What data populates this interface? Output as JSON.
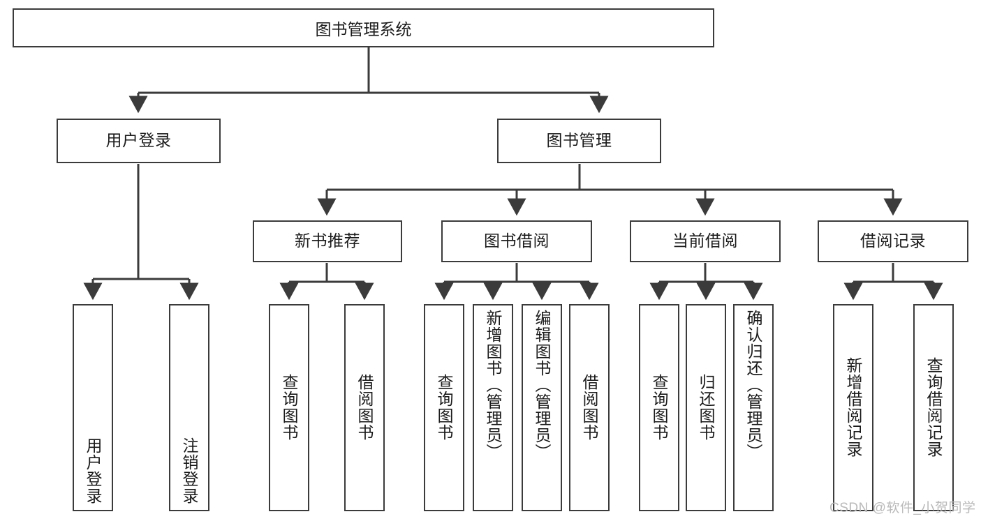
{
  "diagram": {
    "title": "图书管理系统",
    "type": "hierarchy-tree",
    "watermark": "CSDN @软件_小贺同学",
    "colors": {
      "stroke": "#3b3b3b",
      "fill": "#ffffff",
      "text": "#1a1a1a",
      "watermark": "#b9b9b9"
    },
    "root": {
      "label": "图书管理系统"
    },
    "level2": [
      {
        "label": "用户登录"
      },
      {
        "label": "图书管理"
      }
    ],
    "level3": [
      {
        "label": "新书推荐"
      },
      {
        "label": "图书借阅"
      },
      {
        "label": "当前借阅"
      },
      {
        "label": "借阅记录"
      }
    ],
    "leaves": {
      "user_login": [
        {
          "label": "用户登录"
        },
        {
          "label": "注销登录"
        }
      ],
      "new_book_recommend": [
        {
          "label": "查询图书"
        },
        {
          "label": "借阅图书"
        }
      ],
      "book_borrow": [
        {
          "label": "查询图书"
        },
        {
          "label": "新增图书（管理员）"
        },
        {
          "label": "编辑图书（管理员）"
        },
        {
          "label": "借阅图书"
        }
      ],
      "current_borrow": [
        {
          "label": "查询图书"
        },
        {
          "label": "归还图书"
        },
        {
          "label": "确认归还（管理员）"
        }
      ],
      "borrow_record": [
        {
          "label": "新增借阅记录"
        },
        {
          "label": "查询借阅记录"
        }
      ]
    }
  }
}
